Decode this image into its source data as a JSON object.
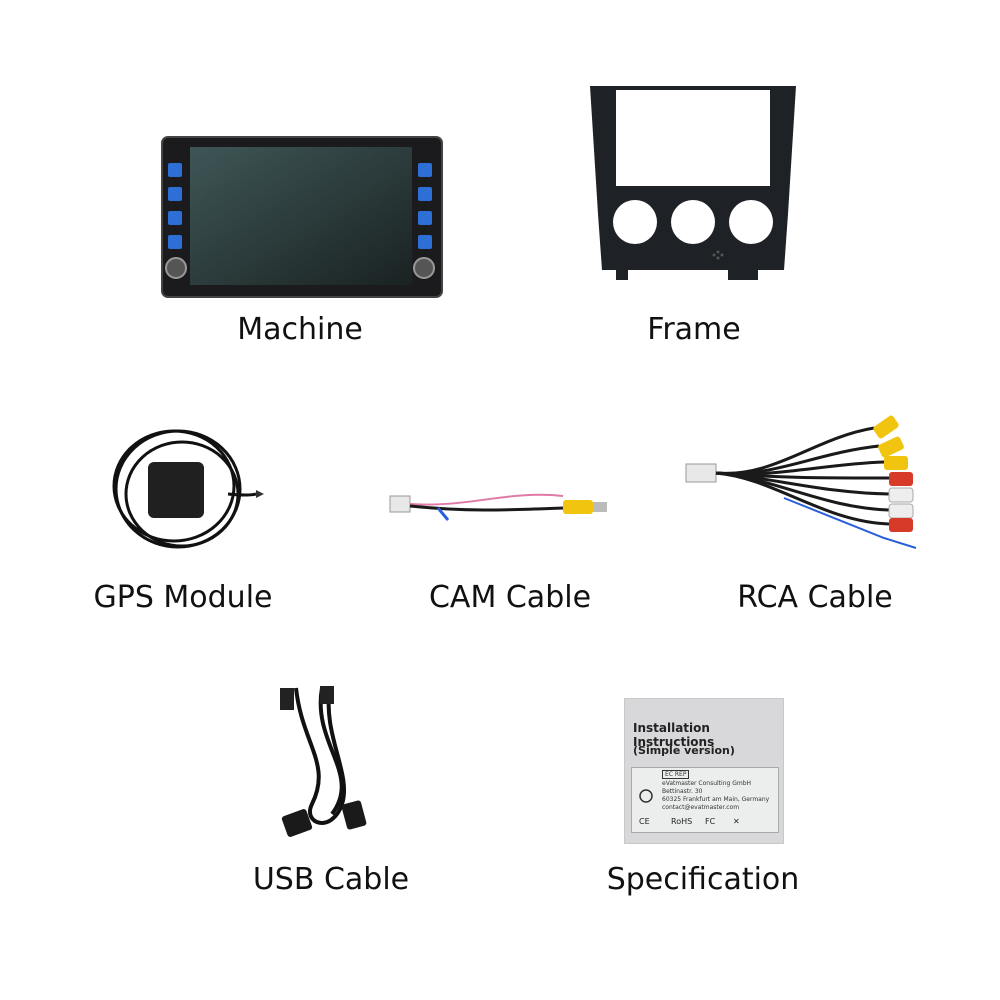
{
  "items": [
    {
      "label": "Machine"
    },
    {
      "label": "Frame"
    },
    {
      "label": "GPS Module"
    },
    {
      "label": "CAM Cable"
    },
    {
      "label": "RCA Cable"
    },
    {
      "label": "USB Cable"
    },
    {
      "label": "Specification"
    }
  ],
  "spec_sheet": {
    "title": "Installation Instructions",
    "subtitle": "(Simple version)",
    "ec_rep": "EC REP",
    "company": "eVatmaster Consulting GmbH",
    "street": "Bettinastr. 30",
    "city": "60325 Frankfurt am Main, Germany",
    "email": "contact@evatmaster.com",
    "ce_mark": "CE",
    "rohs_mark": "RoHS",
    "fc_mark": "FC"
  },
  "colors": {
    "background": "#ffffff",
    "rca_yellow": "#f1c40f",
    "rca_red": "#d83a2a",
    "rca_white": "#eeeeee",
    "cable_black": "#1a1a1a",
    "wire_blue": "#2b5fd9",
    "wire_pink": "#e07aa6"
  }
}
